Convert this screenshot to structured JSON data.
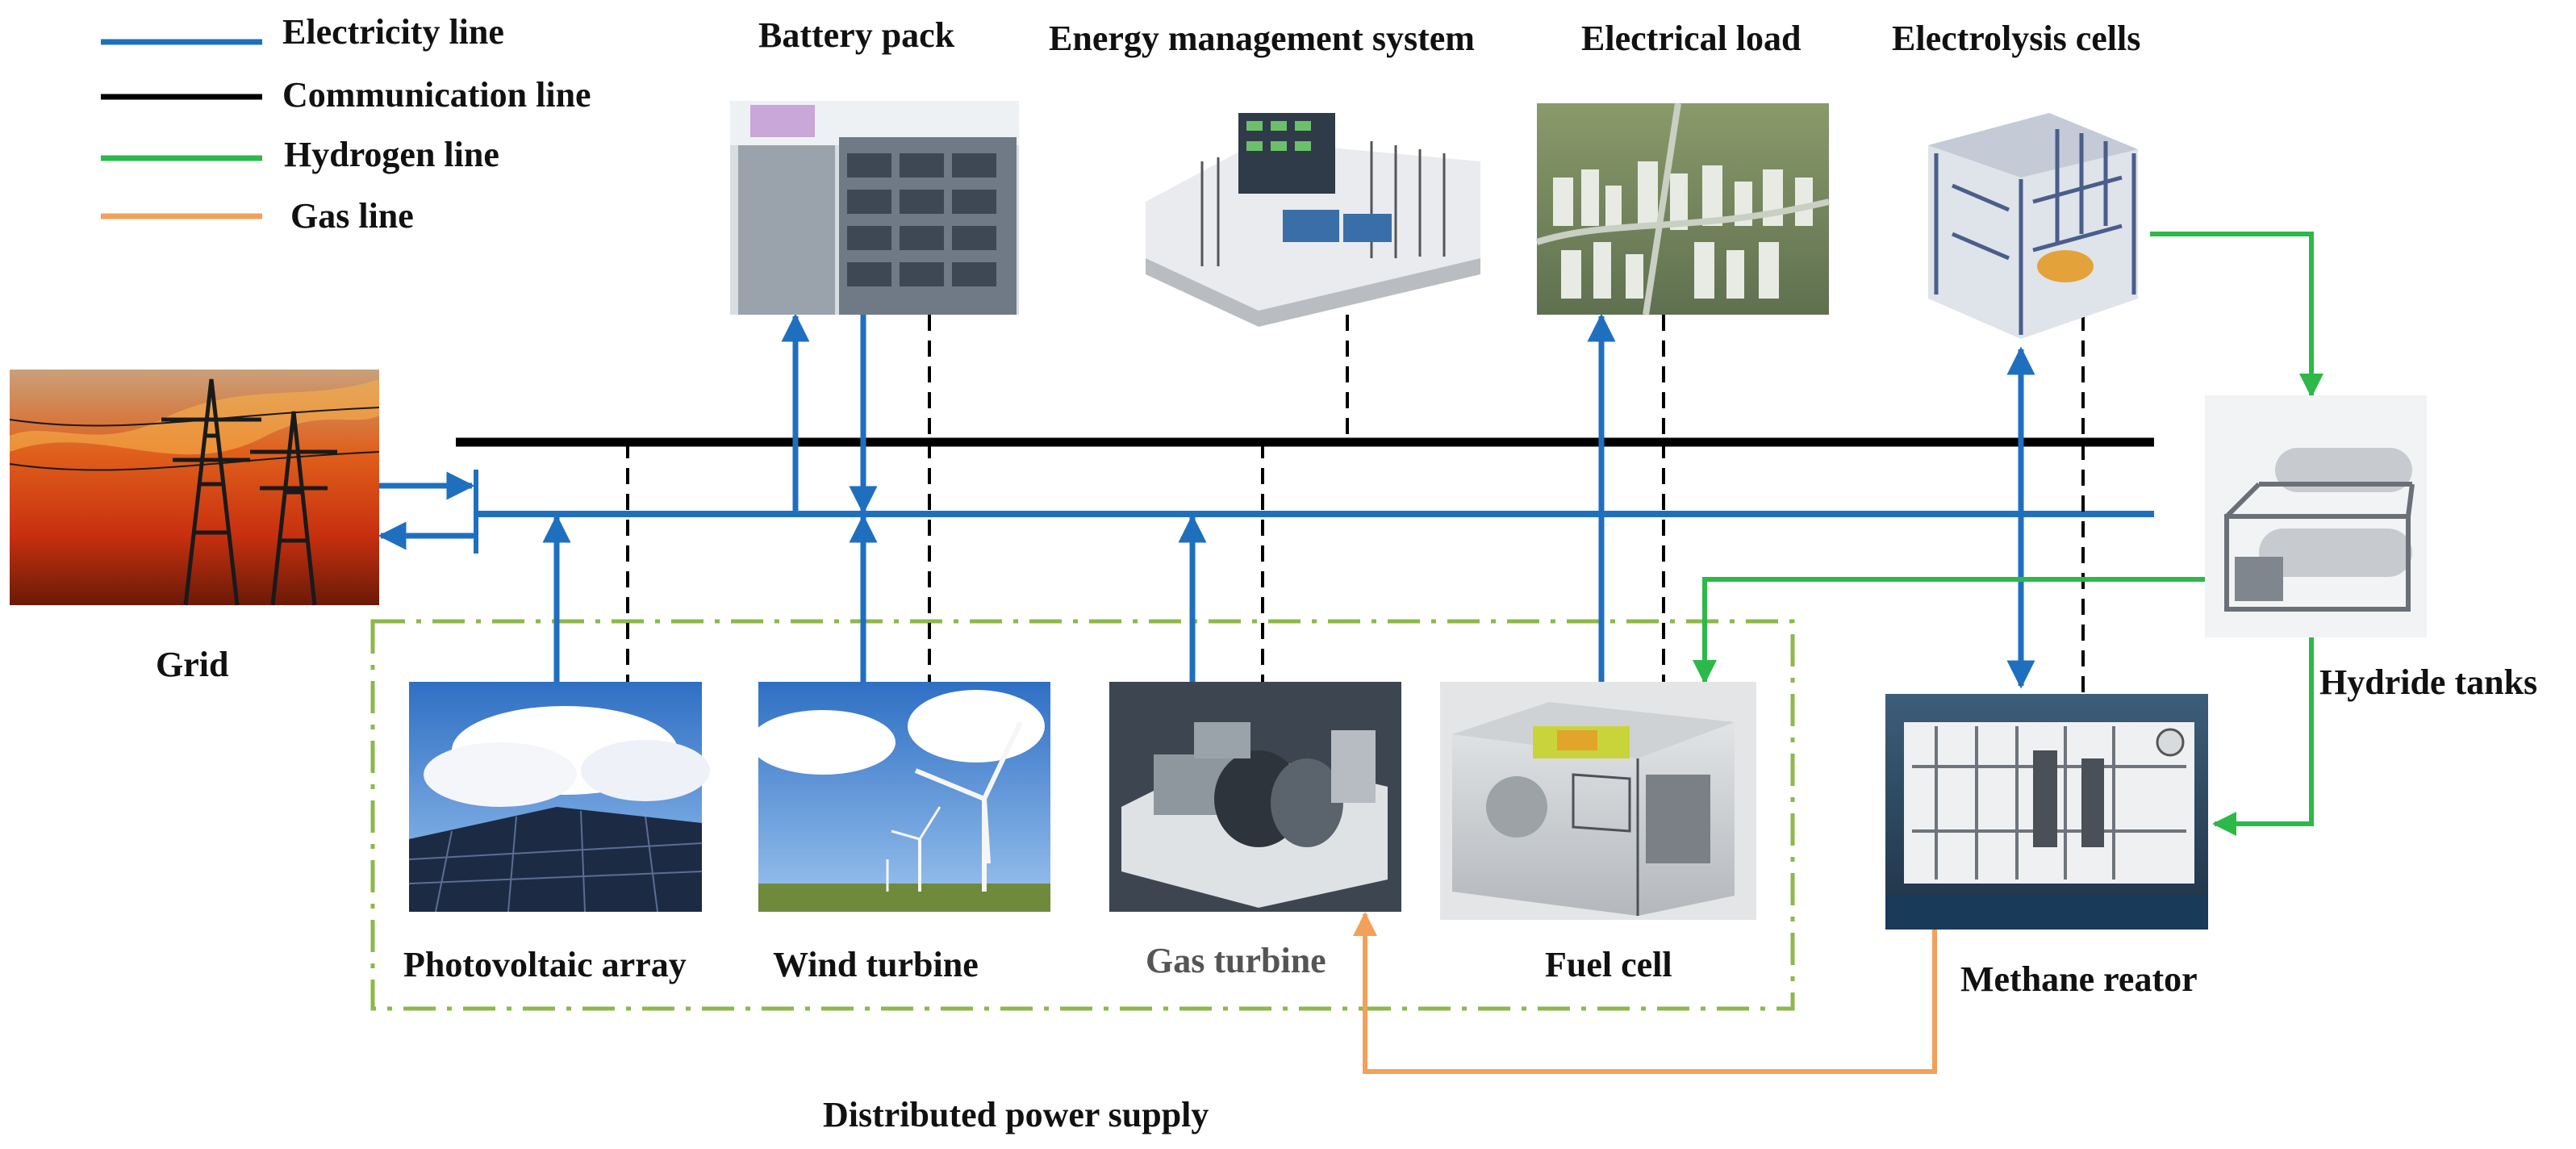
{
  "legend": [
    {
      "label": "Electricity line",
      "color": "#1f6fbf"
    },
    {
      "label": "Communication line",
      "color": "#000000"
    },
    {
      "label": "Hydrogen line",
      "color": "#2db84a"
    },
    {
      "label": "Gas line",
      "color": "#f2a05a"
    }
  ],
  "components": {
    "grid": {
      "label": "Grid",
      "icon": "power-pylon-sunset-photo"
    },
    "battery": {
      "label": "Battery pack",
      "icon": "battery-rack-photo"
    },
    "ems": {
      "label": "Energy management system",
      "icon": "control-room-photo"
    },
    "load": {
      "label": "Electrical load",
      "icon": "city-aerial-photo"
    },
    "electrolysis": {
      "label": "Electrolysis cells",
      "icon": "electrolyzer-skid-render"
    },
    "hydride": {
      "label": "Hydride tanks",
      "icon": "hydrogen-tank-render"
    },
    "pv": {
      "label": "Photovoltaic array",
      "icon": "solar-panel-photo"
    },
    "wind": {
      "label": "Wind turbine",
      "icon": "wind-turbine-photo"
    },
    "gas_turbine": {
      "label": "Gas turbine",
      "icon": "gas-turbine-render"
    },
    "fuel_cell": {
      "label": "Fuel cell",
      "icon": "fuel-cell-render"
    },
    "methane": {
      "label": "Methane reator",
      "icon": "methane-reactor-render"
    }
  },
  "group": {
    "label": "Distributed power supply",
    "border_color": "#8db84a"
  }
}
